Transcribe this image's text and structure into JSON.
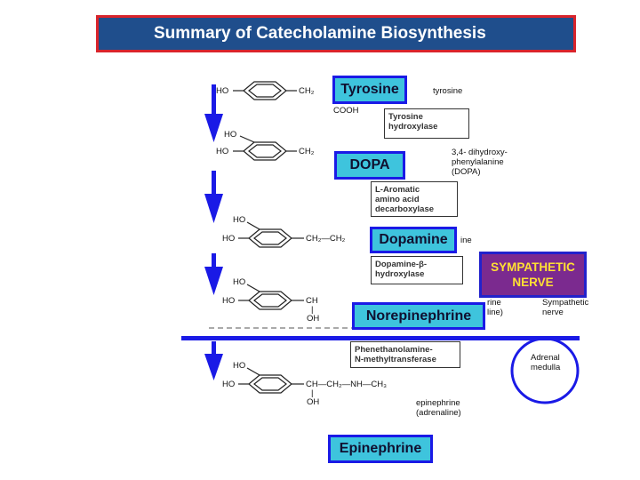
{
  "title": "Summary of  Catecholamine Biosynthesis",
  "steps": [
    {
      "label": "Tyrosine",
      "annotation": "tyrosine"
    },
    {
      "label": "DOPA",
      "annotation": [
        "3,4- dihydroxy-",
        "phenylalanine",
        "(DOPA)"
      ]
    },
    {
      "label": "Dopamine",
      "annotation": "ine"
    },
    {
      "label": "Norepinephrine",
      "annotation": [
        "rine",
        "line)"
      ]
    },
    {
      "label": "Epinephrine",
      "annotation": [
        "epinephrine",
        "(adrenaline)"
      ]
    }
  ],
  "enzymes": [
    [
      "Tyrosine",
      "hydroxylase"
    ],
    [
      "L-Aromatic",
      "amino acid",
      "decarboxylase"
    ],
    [
      "Dopamine-β-",
      "hydroxylase"
    ],
    [
      "Phenethanolamine-",
      "N-methyltransferase"
    ]
  ],
  "sympathetic_label": [
    "SYMPATHETIC",
    "NERVE"
  ],
  "sympathetic_note": [
    "Sympathetic",
    "nerve"
  ],
  "adrenal_label": [
    "Adrenal",
    "medulla"
  ],
  "structure_text": {
    "ho": "HO",
    "oh": "OH",
    "ch2": "CH₂",
    "ch": "CH",
    "cooh": "COOH",
    "bar": "|",
    "epi_chain": "CH—CH₂—NH—CH₃",
    "ch2_ch2": "CH₂—CH₂"
  },
  "colors": {
    "arrow": "#1a1ae6",
    "label_fill": "#3ec4dd",
    "label_border": "#1a1ae6",
    "title_bg": "#1f4e8c",
    "title_border": "#d9242b",
    "symp_bg": "#7b2a8f",
    "symp_text": "#ffe033"
  }
}
